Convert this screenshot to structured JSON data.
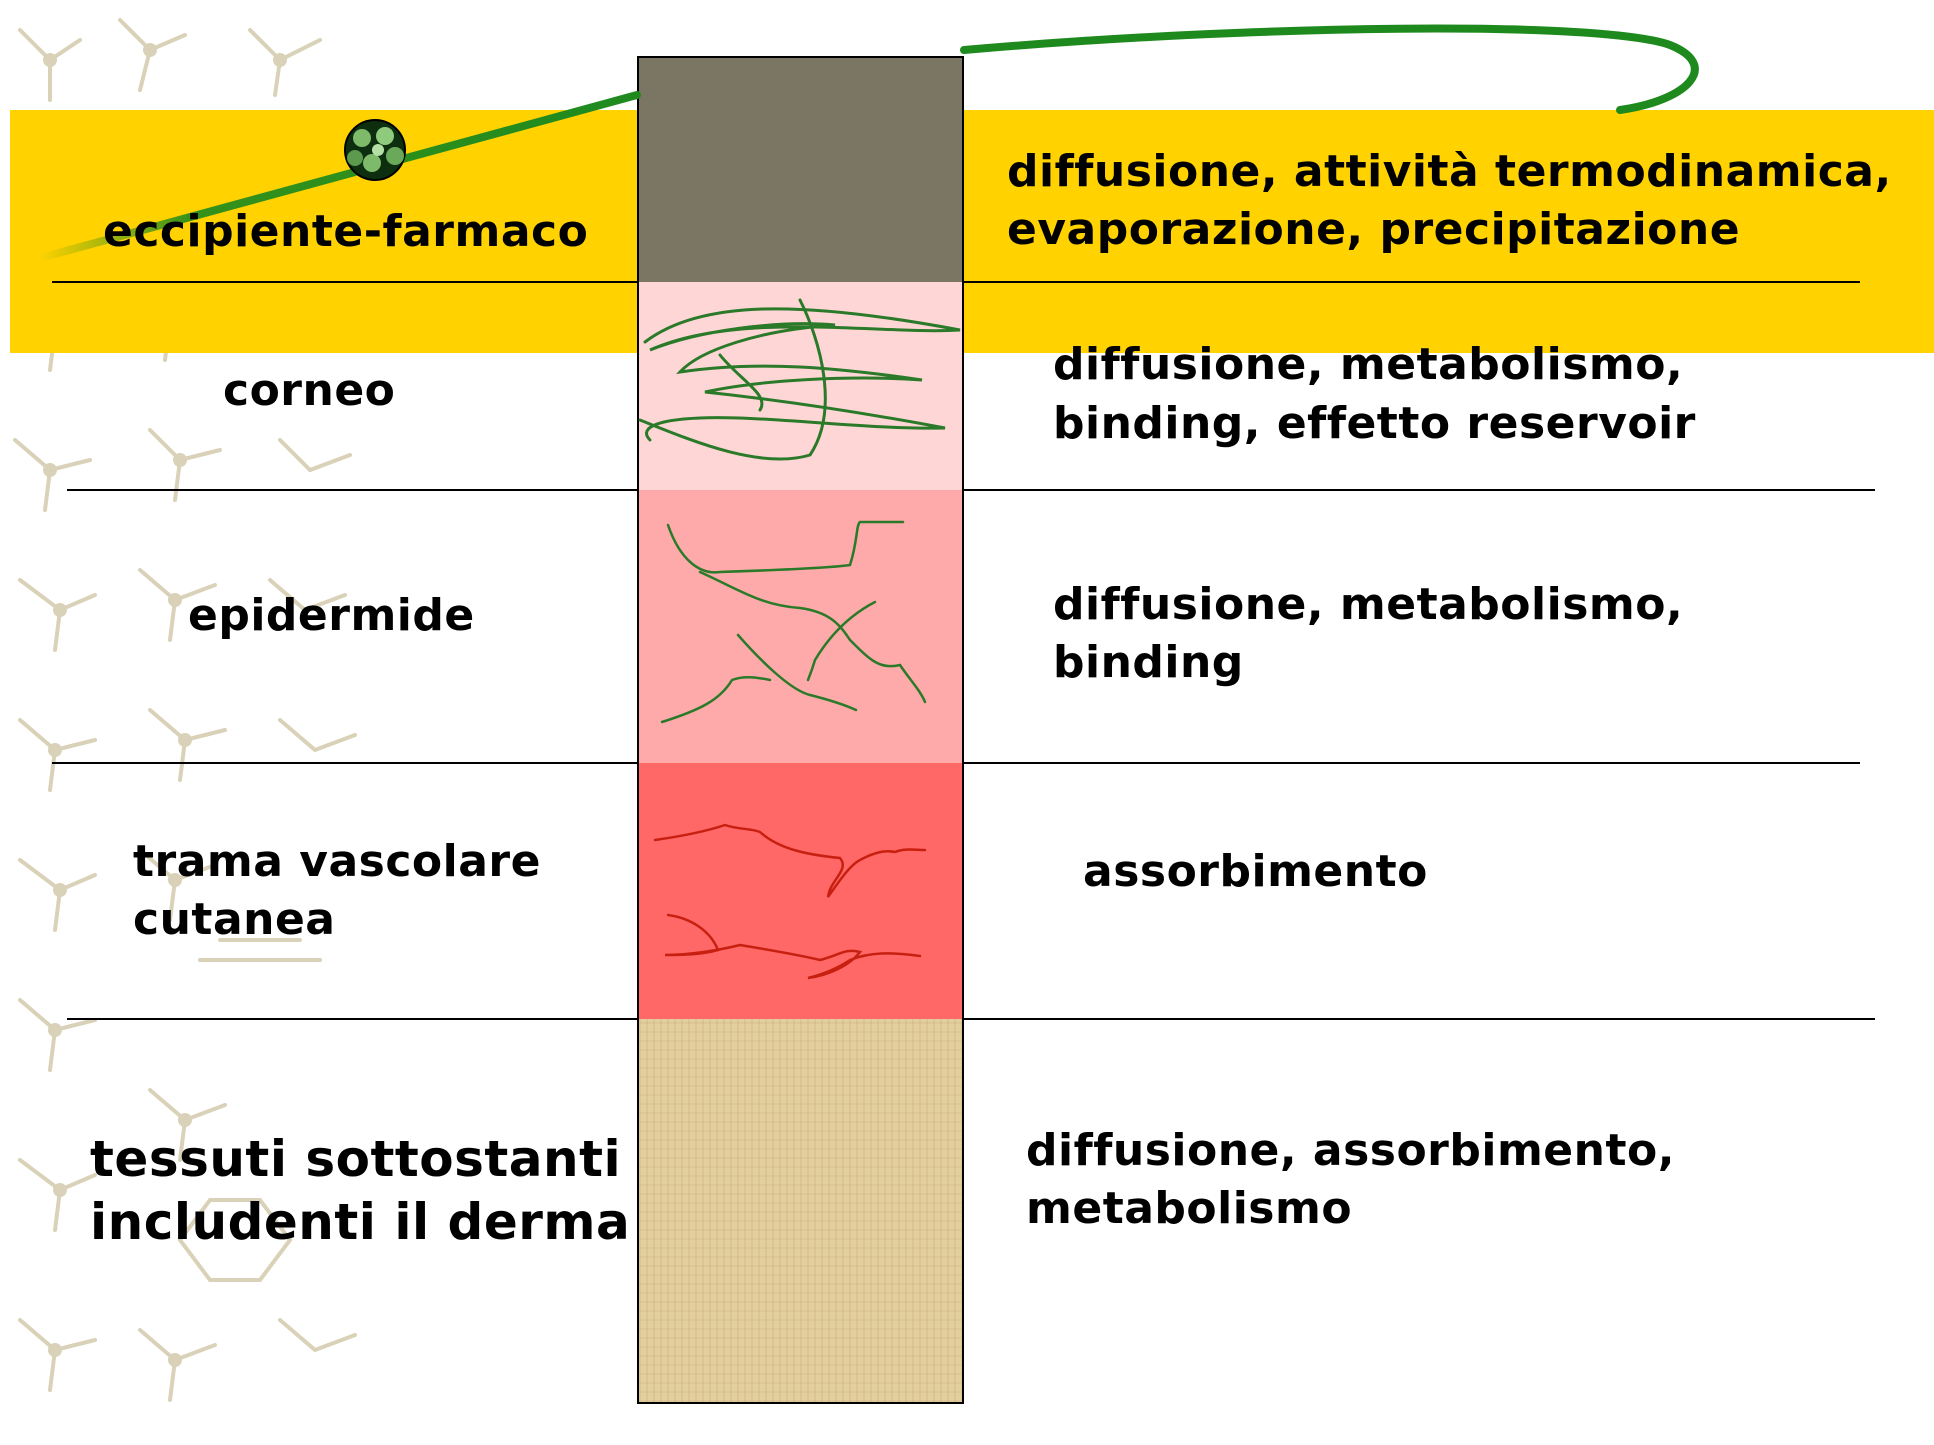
{
  "layers": [
    {
      "name": "eccipiente-farmaco",
      "processes_line1": "diffusione, attività termodinamica,",
      "processes_line2": "evaporazione, precipitazione",
      "color": "#7B7564"
    },
    {
      "name": "corneo",
      "processes_line1": "diffusione, metabolismo,",
      "processes_line2": "binding, effetto reservoir",
      "color": "#FFD6D6"
    },
    {
      "name": "epidermide",
      "processes_line1": "diffusione, metabolismo,",
      "processes_line2": "binding",
      "color": "#FFAAAA"
    },
    {
      "name_line1": "trama vascolare",
      "name_line2": "cutanea",
      "processes_line1": "assorbimento",
      "color": "#FF6866"
    },
    {
      "name_line1": "tessuti sottostanti",
      "name_line2": "includenti il derma",
      "processes_line1": "diffusione, assorbimento,",
      "processes_line2": "metabolismo",
      "color": "#E3CF9E"
    }
  ],
  "colors": {
    "accent_yellow": "#FFD200",
    "arc_green": "#1E8A1E",
    "fiber_green": "#2A7A2A",
    "vessel_red": "#C82010",
    "pattern_beige": "#D9D2B8"
  }
}
